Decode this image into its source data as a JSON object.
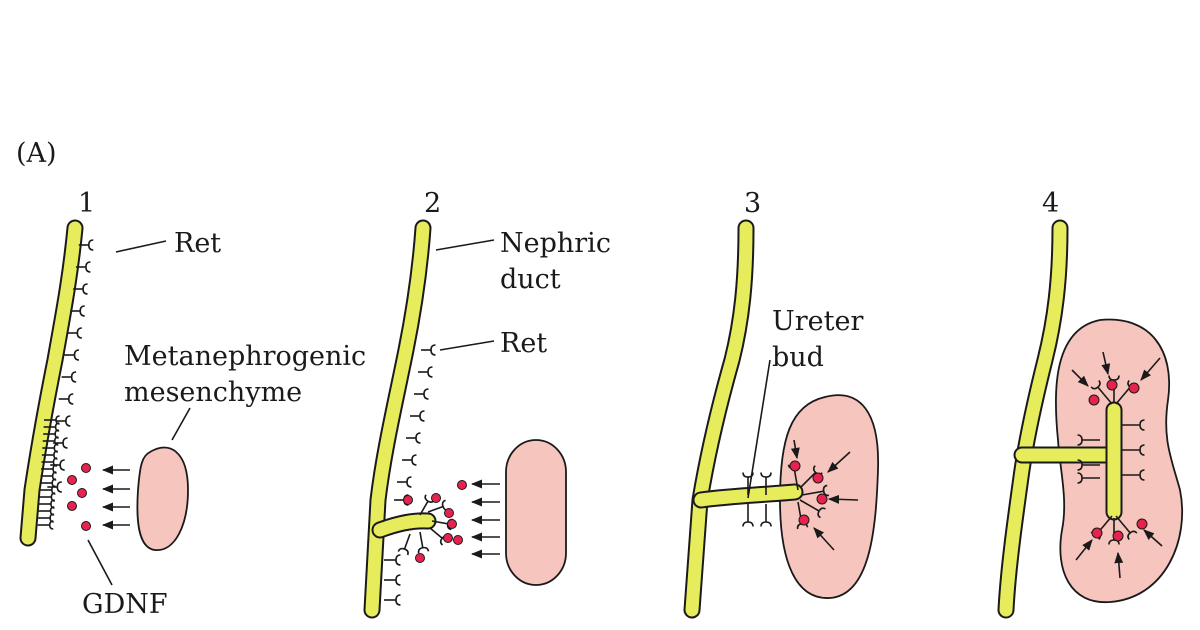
{
  "colors": {
    "duct": "#e6ec5c",
    "mesenchyme": "#f6c5bd",
    "gdnf": "#e8224f",
    "outline": "#1a1a1a"
  },
  "figure": {
    "panel_label": "(A)",
    "panels": [
      {
        "number": "1",
        "labels": {
          "ret": "Ret",
          "mesenchyme_1": "Metanephrogenic",
          "mesenchyme_2": "mesenchyme",
          "gdnf": "GDNF"
        }
      },
      {
        "number": "2",
        "labels": {
          "duct_1": "Nephric",
          "duct_2": "duct",
          "ret": "Ret"
        }
      },
      {
        "number": "3",
        "labels": {
          "bud_1": "Ureter",
          "bud_2": "bud"
        }
      },
      {
        "number": "4",
        "labels": {}
      }
    ]
  }
}
